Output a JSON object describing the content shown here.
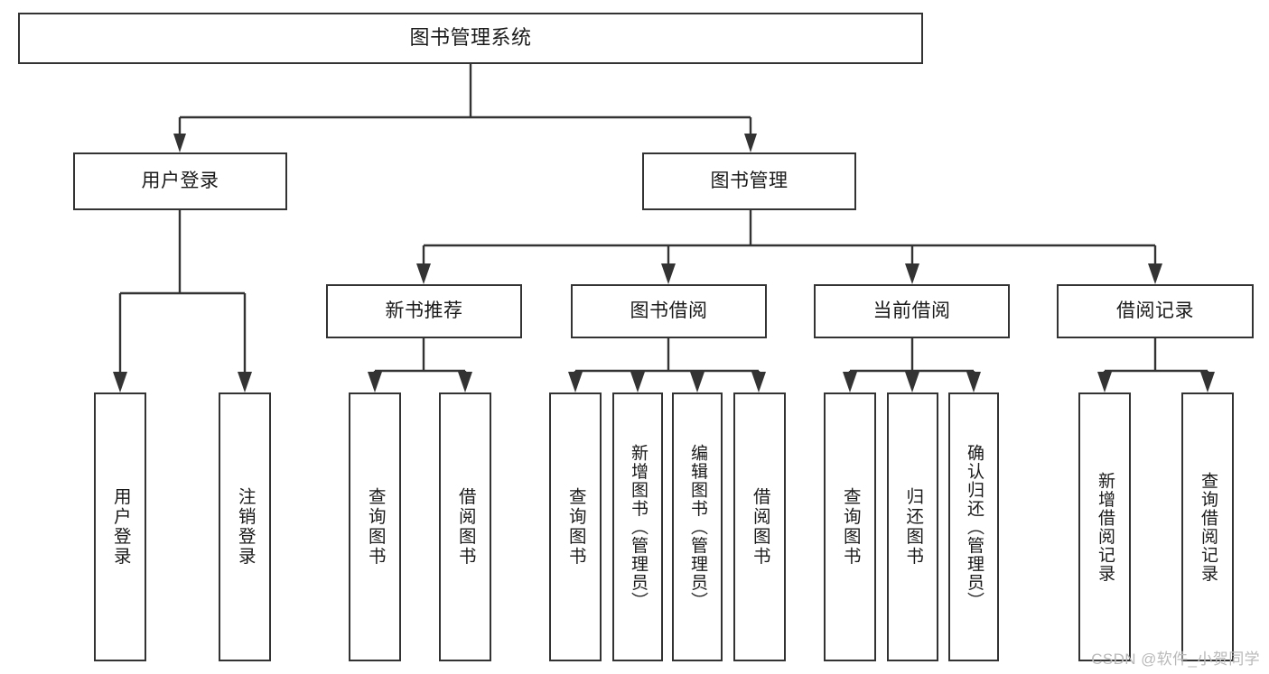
{
  "diagram": {
    "title": "图书管理系统",
    "type": "tree-hierarchy-chart",
    "colors": {
      "box_border": "#333333",
      "box_fill": "#ffffff",
      "connector": "#333333",
      "text": "#1a1a1a",
      "watermark": "#b9b9b9",
      "background": "#ffffff"
    }
  },
  "root": {
    "label": "图书管理系统"
  },
  "level1": [
    {
      "label": "用户登录"
    },
    {
      "label": "图书管理"
    }
  ],
  "level2": [
    {
      "label": "新书推荐"
    },
    {
      "label": "图书借阅"
    },
    {
      "label": "当前借阅"
    },
    {
      "label": "借阅记录"
    }
  ],
  "leaves": {
    "user_login": [
      {
        "label": "用户登录"
      },
      {
        "label": "注销登录"
      }
    ],
    "new_book_recommend": [
      {
        "label": "查询图书"
      },
      {
        "label": "借阅图书"
      }
    ],
    "book_borrow": [
      {
        "label": "查询图书"
      },
      {
        "label": "新增图书（管理员）"
      },
      {
        "label": "编辑图书（管理员）"
      },
      {
        "label": "借阅图书"
      }
    ],
    "current_borrow": [
      {
        "label": "查询图书"
      },
      {
        "label": "归还图书"
      },
      {
        "label": "确认归还（管理员）"
      }
    ],
    "borrow_record": [
      {
        "label": "新增借阅记录"
      },
      {
        "label": "查询借阅记录"
      }
    ]
  },
  "watermark": {
    "text": "CSDN @软件_小贺同学"
  }
}
